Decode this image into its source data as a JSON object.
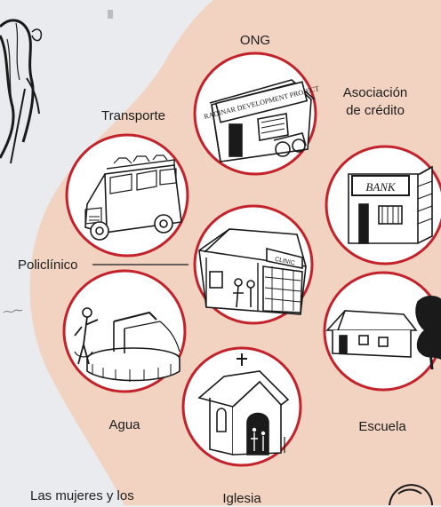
{
  "colors": {
    "page_background": "#e9ebee",
    "blob": "#f2d2c0",
    "ring": "#c3222b",
    "ink": "#1a1a1a"
  },
  "nodes": {
    "ong": {
      "label": "ONG",
      "sign": "RADINAR DEVELOPMENT PROJECT",
      "icon": "ngo-office-icon"
    },
    "credito": {
      "label_line1": "Asociación",
      "label_line2": "de crédito",
      "sign": "BANK",
      "icon": "bank-icon"
    },
    "transporte": {
      "label": "Transporte",
      "icon": "bus-icon"
    },
    "policlinico": {
      "label": "Policlínico",
      "sign": "CLINIC",
      "icon": "clinic-icon"
    },
    "agua": {
      "label": "Agua",
      "icon": "water-pump-icon"
    },
    "escuela": {
      "label": "Escuela",
      "icon": "school-icon"
    },
    "iglesia": {
      "label": "Iglesia",
      "icon": "church-icon"
    }
  },
  "footer": {
    "caption": "Las mujeres y los"
  }
}
